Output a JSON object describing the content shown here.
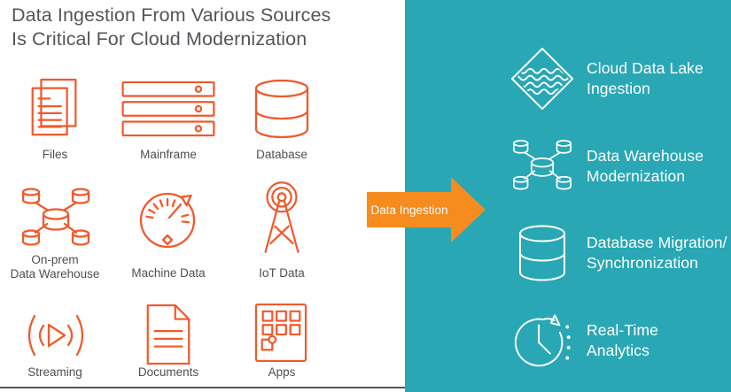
{
  "title": "Data Ingestion From Various Sources\nIs Critical For Cloud Modernization",
  "colors": {
    "icon_orange": "#F1592B",
    "arrow_orange": "#F68B1E",
    "panel_teal": "#29A7B5",
    "text_gray": "#54555A",
    "text_white": "#FFFFFF"
  },
  "sources": [
    {
      "label": "Files",
      "icon": "files-icon"
    },
    {
      "label": "Mainframe",
      "icon": "mainframe-icon"
    },
    {
      "label": "Database",
      "icon": "database-icon"
    },
    {
      "label": "On-prem\nData Warehouse",
      "icon": "on-prem-data-warehouse-icon"
    },
    {
      "label": "Machine Data",
      "icon": "gauge-icon"
    },
    {
      "label": "IoT Data",
      "icon": "radio-tower-icon"
    },
    {
      "label": "Streaming",
      "icon": "streaming-icon"
    },
    {
      "label": "Documents",
      "icon": "document-icon"
    },
    {
      "label": "Apps",
      "icon": "apps-icon"
    }
  ],
  "arrow": {
    "label": "Data Ingestion"
  },
  "targets": [
    {
      "label": "Cloud Data Lake\nIngestion",
      "icon": "data-lake-icon"
    },
    {
      "label": "Data Warehouse\nModernization",
      "icon": "data-warehouse-network-icon"
    },
    {
      "label": "Database Migration/\nSynchronization",
      "icon": "database-cylinder-icon"
    },
    {
      "label": "Real-Time\nAnalytics",
      "icon": "real-time-clock-icon"
    }
  ]
}
